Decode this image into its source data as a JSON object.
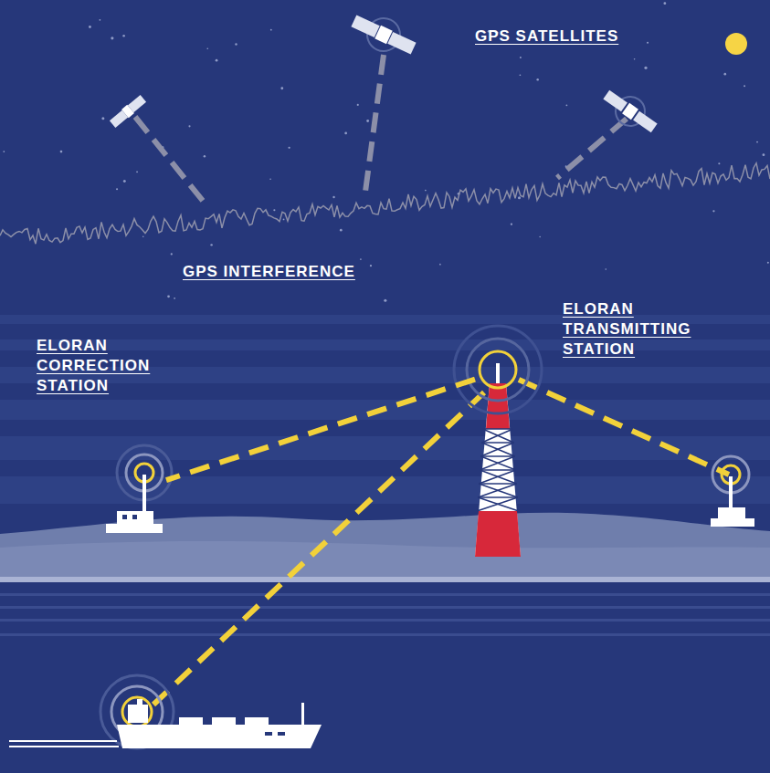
{
  "diagram": {
    "nodes": [
      {
        "text": [
          "ELORAN TRANSMITTING STATION"
        ]
      },
      {
        "text": [
          "ELORAN CORRECTION STATION"
        ]
      }
    ],
    "edges": [
      {
        "from": 0,
        "to": 1,
        "arrow": "none"
      }
    ],
    "labels": [
      "GPS SATELLITES",
      "GPS INTERFERENCE"
    ]
  }
}
